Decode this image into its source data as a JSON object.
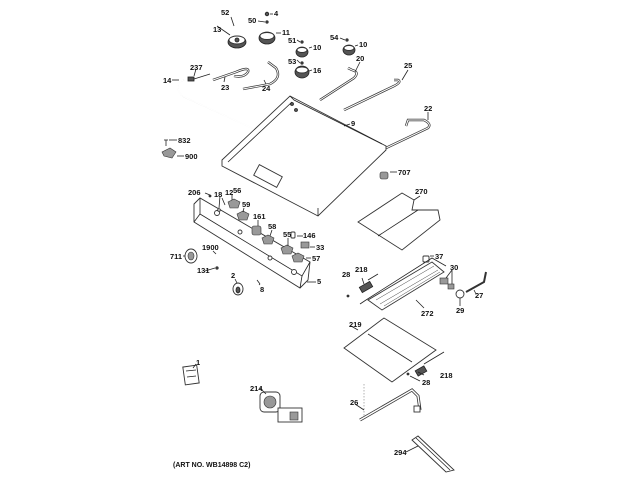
{
  "diagram": {
    "title": "Gas range burner / manifold assembly exploded parts diagram",
    "caption": "(ART NO. WB14898 C2)",
    "callouts": [
      {
        "id": "52",
        "text": "52"
      },
      {
        "id": "4",
        "text": "4"
      },
      {
        "id": "50",
        "text": "50"
      },
      {
        "id": "13",
        "text": "13"
      },
      {
        "id": "11",
        "text": "11"
      },
      {
        "id": "51",
        "text": "51"
      },
      {
        "id": "10a",
        "text": "10"
      },
      {
        "id": "54",
        "text": "54"
      },
      {
        "id": "10b",
        "text": "10"
      },
      {
        "id": "53",
        "text": "53"
      },
      {
        "id": "16",
        "text": "16"
      },
      {
        "id": "20",
        "text": "20"
      },
      {
        "id": "237",
        "text": "237"
      },
      {
        "id": "14",
        "text": "14"
      },
      {
        "id": "23",
        "text": "23"
      },
      {
        "id": "24",
        "text": "24"
      },
      {
        "id": "25",
        "text": "25"
      },
      {
        "id": "22",
        "text": "22"
      },
      {
        "id": "9",
        "text": "9"
      },
      {
        "id": "832",
        "text": "832"
      },
      {
        "id": "900",
        "text": "900"
      },
      {
        "id": "707",
        "text": "707"
      },
      {
        "id": "206",
        "text": "206"
      },
      {
        "id": "18",
        "text": "18"
      },
      {
        "id": "12",
        "text": "12"
      },
      {
        "id": "56",
        "text": "56"
      },
      {
        "id": "59",
        "text": "59"
      },
      {
        "id": "161",
        "text": "161"
      },
      {
        "id": "58",
        "text": "58"
      },
      {
        "id": "55",
        "text": "55"
      },
      {
        "id": "146",
        "text": "146"
      },
      {
        "id": "33",
        "text": "33"
      },
      {
        "id": "57",
        "text": "57"
      },
      {
        "id": "711",
        "text": "711"
      },
      {
        "id": "1900",
        "text": "1900"
      },
      {
        "id": "131",
        "text": "131"
      },
      {
        "id": "2",
        "text": "2"
      },
      {
        "id": "8",
        "text": "8"
      },
      {
        "id": "5",
        "text": "5"
      },
      {
        "id": "270",
        "text": "270"
      },
      {
        "id": "37",
        "text": "37"
      },
      {
        "id": "28a",
        "text": "28"
      },
      {
        "id": "218a",
        "text": "218"
      },
      {
        "id": "30",
        "text": "30"
      },
      {
        "id": "27",
        "text": "27"
      },
      {
        "id": "29",
        "text": "29"
      },
      {
        "id": "272",
        "text": "272"
      },
      {
        "id": "219",
        "text": "219"
      },
      {
        "id": "218b",
        "text": "218"
      },
      {
        "id": "28b",
        "text": "28"
      },
      {
        "id": "26",
        "text": "26"
      },
      {
        "id": "294",
        "text": "294"
      },
      {
        "id": "1",
        "text": "1"
      },
      {
        "id": "214",
        "text": "214"
      }
    ]
  }
}
